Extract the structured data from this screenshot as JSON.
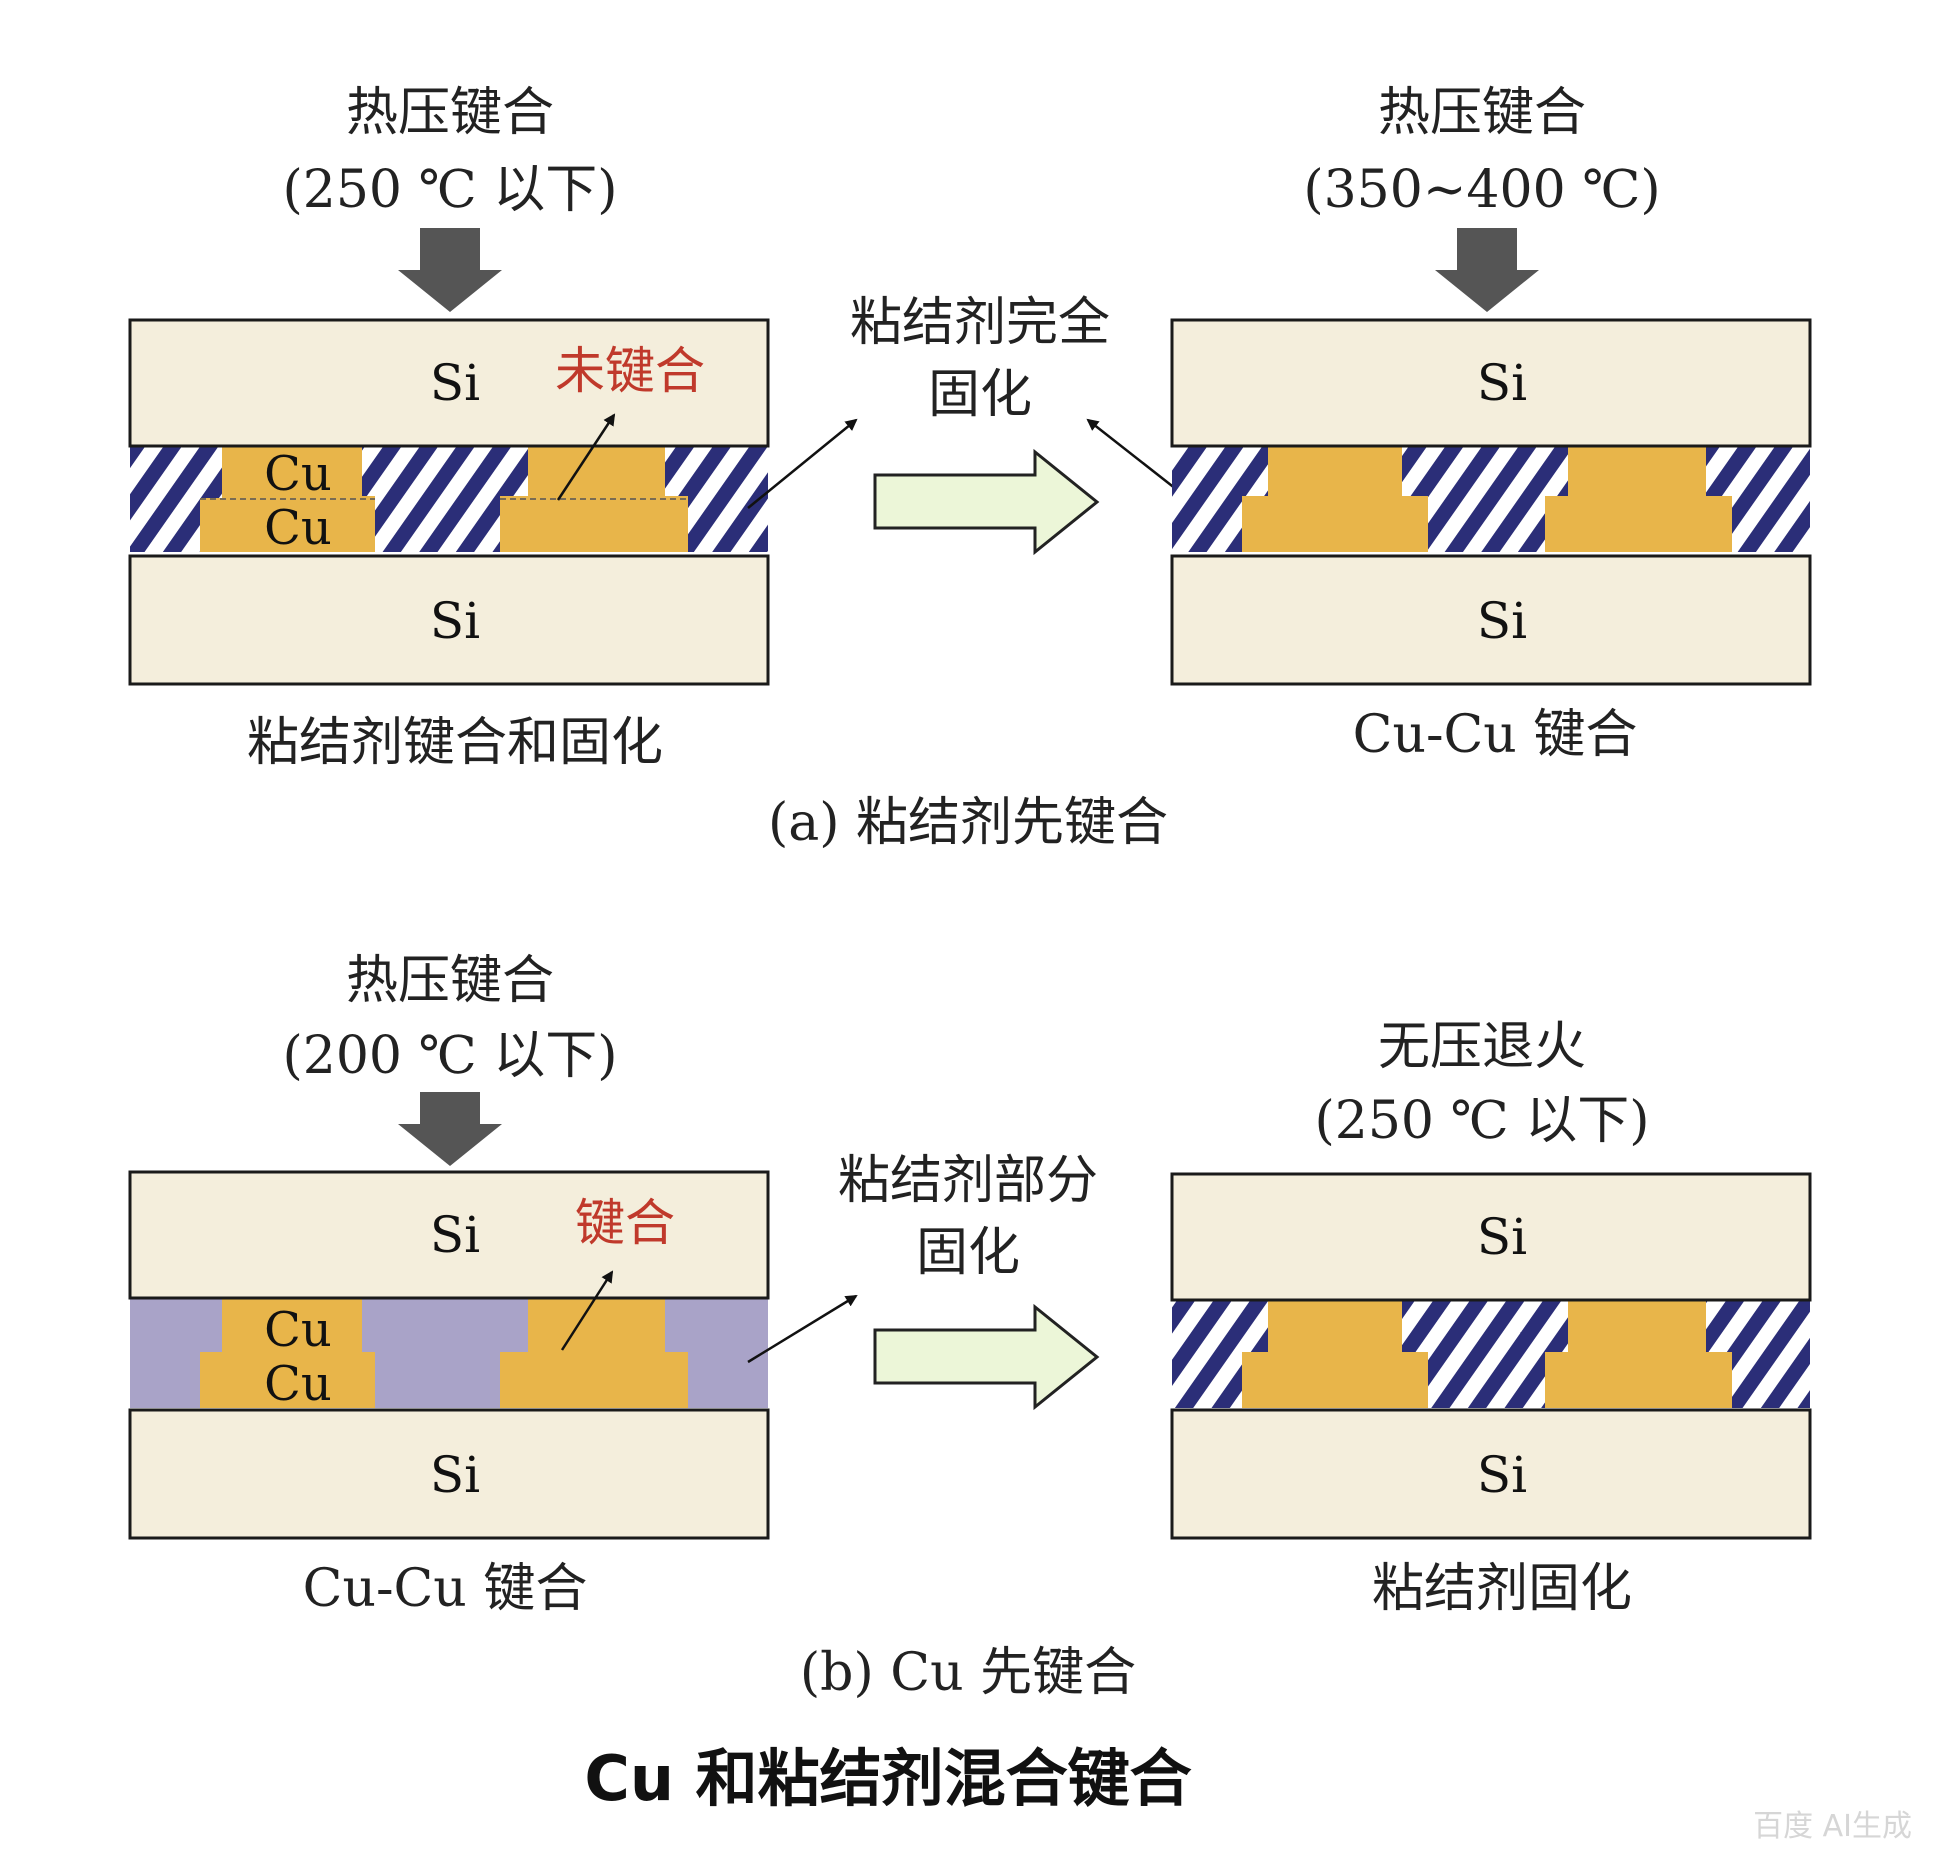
{
  "colors": {
    "si_fill": "#f4eedc",
    "cu_fill": "#e8b54a",
    "hatch_dark": "#2b2e78",
    "underfill_fill": "#a9a3c8",
    "red_label": "#c0392b",
    "arrow_fill": "#ecf6d8",
    "press_arrow": "#555555"
  },
  "labels": {
    "si": "Si",
    "cu": "Cu"
  },
  "panel_a": {
    "left": {
      "process_line1": "热压键合",
      "process_line2": "(250 ℃ 以下)",
      "annotation": "未键合",
      "caption": "粘结剂键合和固化"
    },
    "middle_line1": "粘结剂完全",
    "middle_line2": "固化",
    "right": {
      "process_line1": "热压键合",
      "process_line2": "(350~400 ℃)",
      "caption": "Cu-Cu 键合"
    },
    "subtitle": "(a) 粘结剂先键合"
  },
  "panel_b": {
    "left": {
      "process_line1": "热压键合",
      "process_line2": "(200 ℃ 以下)",
      "annotation": "键合",
      "caption": "Cu-Cu 键合"
    },
    "middle_line1": "粘结剂部分",
    "middle_line2": "固化",
    "right": {
      "process_line1": "无压退火",
      "process_line2": "(250 ℃ 以下)",
      "caption": "粘结剂固化"
    },
    "subtitle": "(b) Cu 先键合"
  },
  "figure_title": "Cu 和粘结剂混合键合",
  "watermark": "百度 AI生成"
}
